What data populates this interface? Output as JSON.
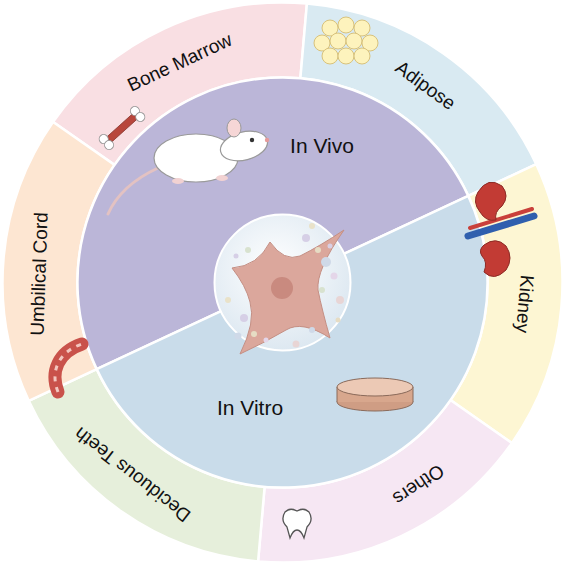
{
  "diagram": {
    "nodes": [
      {
        "text": [
          "Bone Marrow"
        ]
      },
      {
        "text": [
          "Adipose"
        ]
      },
      {
        "text": [
          "Kidney"
        ]
      },
      {
        "text": [
          "Others"
        ]
      },
      {
        "text": [
          "Deciduous Teeth"
        ]
      },
      {
        "text": [
          "Umbilical Cord"
        ]
      },
      {
        "text": [
          "In Vivo"
        ]
      },
      {
        "text": [
          "In Vitro"
        ]
      }
    ]
  }
}
